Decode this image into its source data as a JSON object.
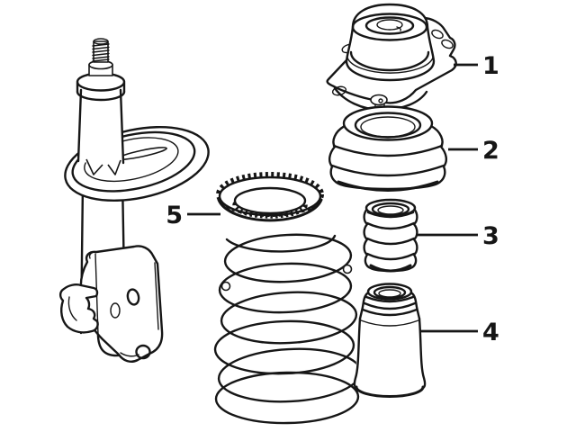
{
  "diagram": {
    "background": "#ffffff",
    "line_color": "#161616",
    "callouts": [
      "1",
      "2",
      "3",
      "4",
      "5"
    ]
  }
}
